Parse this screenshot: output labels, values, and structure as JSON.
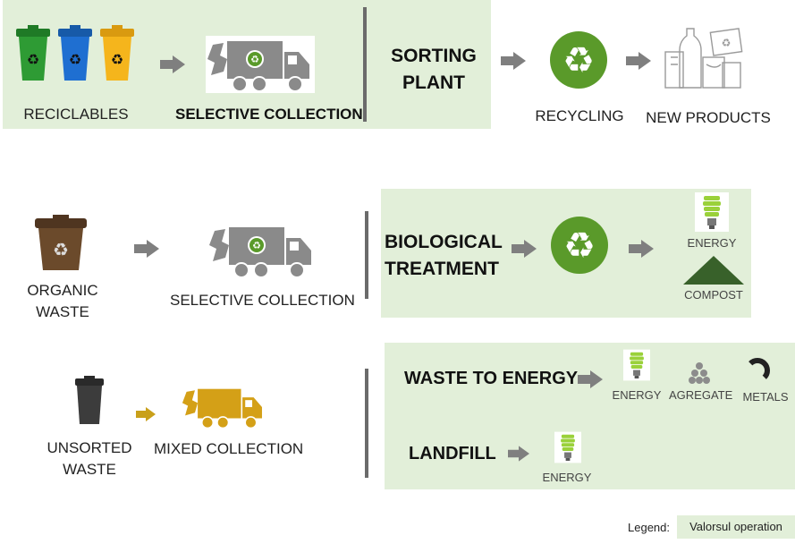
{
  "rows": {
    "recyclables": {
      "source_label": "RECICLABLES",
      "collection_label": "SELECTIVE COLLECTION",
      "plant_label_line1": "SORTING",
      "plant_label_line2": "PLANT",
      "recycling_label": "RECYCLING",
      "products_label": "NEW PRODUCTS"
    },
    "organic": {
      "source_label_line1": "ORGANIC",
      "source_label_line2": "WASTE",
      "collection_label": "SELECTIVE COLLECTION",
      "treatment_label_line1": "BIOLOGICAL",
      "treatment_label_line2": "TREATMENT",
      "energy_label": "ENERGY",
      "compost_label": "COMPOST"
    },
    "unsorted": {
      "source_label_line1": "UNSORTED",
      "source_label_line2": "WASTE",
      "collection_label": "MIXED COLLECTION",
      "wte_label": "WASTE TO ENERGY",
      "wte_energy_label": "ENERGY",
      "aggregate_label": "AGREGATE",
      "metals_label": "METALS",
      "landfill_label": "LANDFILL",
      "landfill_energy_label": "ENERGY"
    }
  },
  "legend": {
    "title": "Legend:",
    "item": "Valorsul operation"
  },
  "colors": {
    "panel": "#e2efd9",
    "recycle_green": "#5a9a2a",
    "truck_gray": "#8a8a8a",
    "truck_mixed": "#d4a017",
    "bin_green": "#2e9b34",
    "bin_blue": "#1f6fd1",
    "bin_yellow": "#f5b51c",
    "bin_brown": "#6b4a2b",
    "bin_dark": "#3c3c3c",
    "compost": "#38612a",
    "arrow": "#7f7f7f",
    "arrow_mixed": "#c9a01a"
  }
}
